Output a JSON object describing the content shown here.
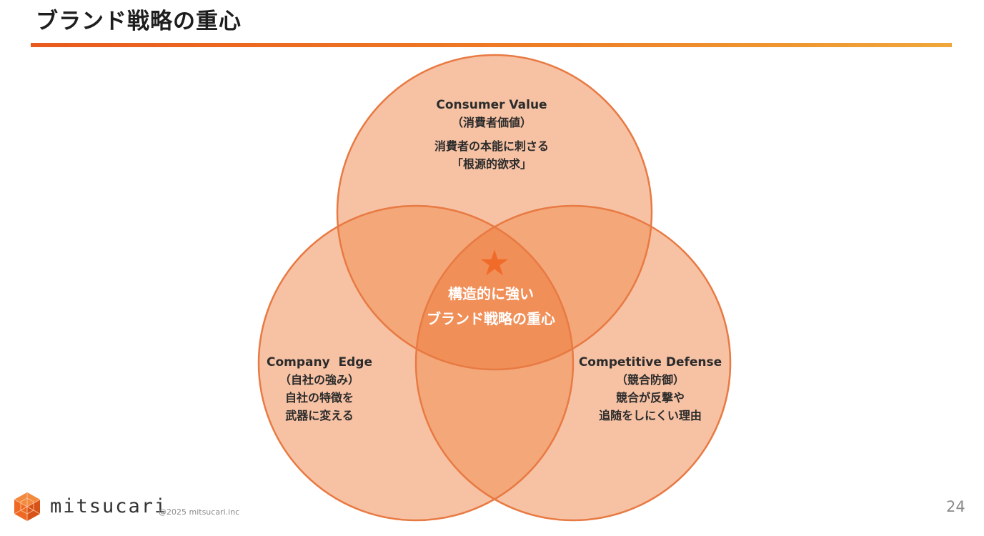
{
  "slide": {
    "title": "ブランド戦略の重心",
    "page_number": "24"
  },
  "venn": {
    "consumer": {
      "title": "Consumer Value",
      "subtitle": "（消費者価値）",
      "desc_line1": "消費者の本能に刺さる",
      "desc_line2": "「根源的欲求」"
    },
    "company": {
      "title": "Company  Edge",
      "subtitle": "（自社の強み）",
      "desc_line1": "自社の特徴を",
      "desc_line2": "武器に変える"
    },
    "competitive": {
      "title": "Competitive Defense",
      "subtitle": "（競合防御）",
      "desc_line1": "競合が反撃や",
      "desc_line2": "追随をしにくい理由"
    },
    "center": {
      "icon": "star-icon",
      "line1": "構造的に強い",
      "line2": "ブランド戦略の重心"
    }
  },
  "footer": {
    "brand": "mitsucari",
    "copyright": "@2025 mitsucari.inc",
    "logo_icon": "hexagon-logo-icon"
  },
  "colors": {
    "circle_fill": "#f7c2a4",
    "circle_stroke": "#e87a43",
    "overlap_two": "#f4a779",
    "overlap_center": "#f18f58",
    "star": "#f06a2a",
    "accent_bar_start": "#ea5a1e",
    "accent_bar_end": "#f0a73a"
  }
}
